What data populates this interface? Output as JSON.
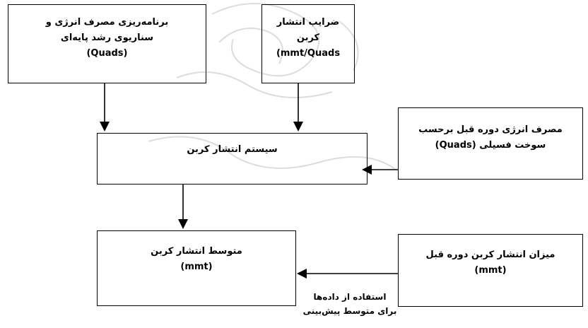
{
  "boxes": {
    "baseline_scenario": {
      "line1": "برنامه‌ریزی مصرف انرژی و",
      "line2": "سناریوی رشد پایه‌ای",
      "line3": "(Quads)"
    },
    "emission_factors": {
      "line1": "ضرایب انتشار",
      "line2": "کربن",
      "line3": "(mmt/Quads"
    },
    "prior_energy": {
      "line1": "مصرف انرژی دوره قبل برحسب",
      "line2": "سوخت فسیلی (Quads)"
    },
    "emission_system": {
      "line1": "سیستم انتشار کربن"
    },
    "average_emission": {
      "line1": "متوسط انتشار کربن",
      "line2": "(mmt)"
    },
    "prior_emission": {
      "line1": "میزان انتشار کربن دوره قبل",
      "line2": "(mmt)"
    }
  },
  "note": {
    "line1": "استفاده از داده‌ها",
    "line2": "برای متوسط پیش‌بینی"
  }
}
